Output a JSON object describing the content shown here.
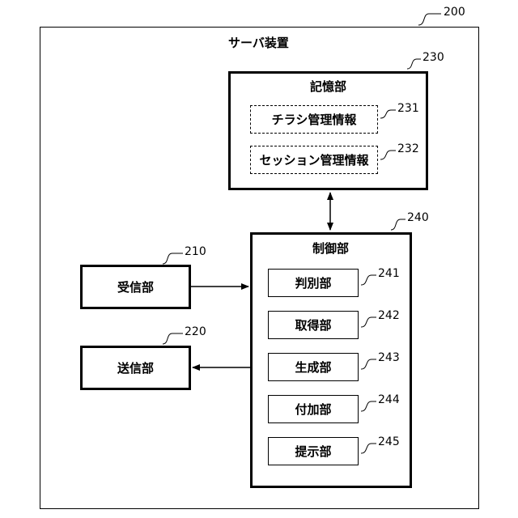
{
  "server": {
    "title": "サーバ装置",
    "ref": "200"
  },
  "storage": {
    "title": "記憶部",
    "ref": "230",
    "items": [
      {
        "label": "チラシ管理情報",
        "ref": "231"
      },
      {
        "label": "セッション管理情報",
        "ref": "232"
      }
    ]
  },
  "control": {
    "title": "制御部",
    "ref": "240",
    "items": [
      {
        "label": "判別部",
        "ref": "241"
      },
      {
        "label": "取得部",
        "ref": "242"
      },
      {
        "label": "生成部",
        "ref": "243"
      },
      {
        "label": "付加部",
        "ref": "244"
      },
      {
        "label": "提示部",
        "ref": "245"
      }
    ]
  },
  "receiver": {
    "label": "受信部",
    "ref": "210"
  },
  "sender": {
    "label": "送信部",
    "ref": "220"
  }
}
